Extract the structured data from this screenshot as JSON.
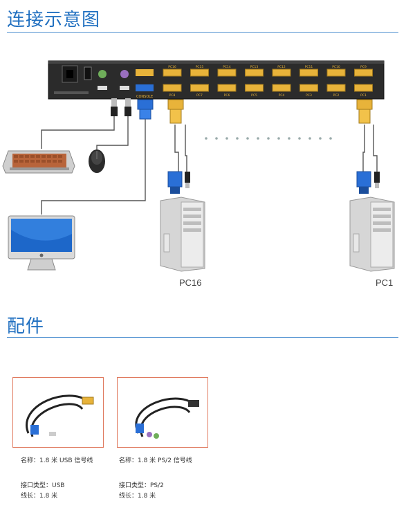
{
  "sections": {
    "connection_title": "连接示意图",
    "accessories_title": "配件"
  },
  "kvm": {
    "console_label": "CONSOLE",
    "port_labels_top": [
      "PC16",
      "PC15",
      "PC14",
      "PC13",
      "PC12",
      "PC11",
      "PC10",
      "PC9"
    ],
    "port_labels_bottom": [
      "PC8",
      "PC7",
      "PC6",
      "PC5",
      "PC4",
      "PC3",
      "PC2",
      "PC1"
    ]
  },
  "pcs": [
    {
      "label": "PC16"
    },
    {
      "label": "PC1"
    }
  ],
  "accessories": [
    {
      "name": "名称：1.8 米 USB 信号线",
      "interface": "接口类型：USB",
      "length": "线长：1.8 米"
    },
    {
      "name": "名称：1.8 米 PS/2 信号线",
      "interface": "接口类型：PS/2",
      "length": "线长：1.8 米"
    }
  ],
  "colors": {
    "accent": "#1f6fc0",
    "card_border": "#e07a5f",
    "vga_gold": "#e8b33a",
    "vga_blue": "#2a6fd6"
  }
}
